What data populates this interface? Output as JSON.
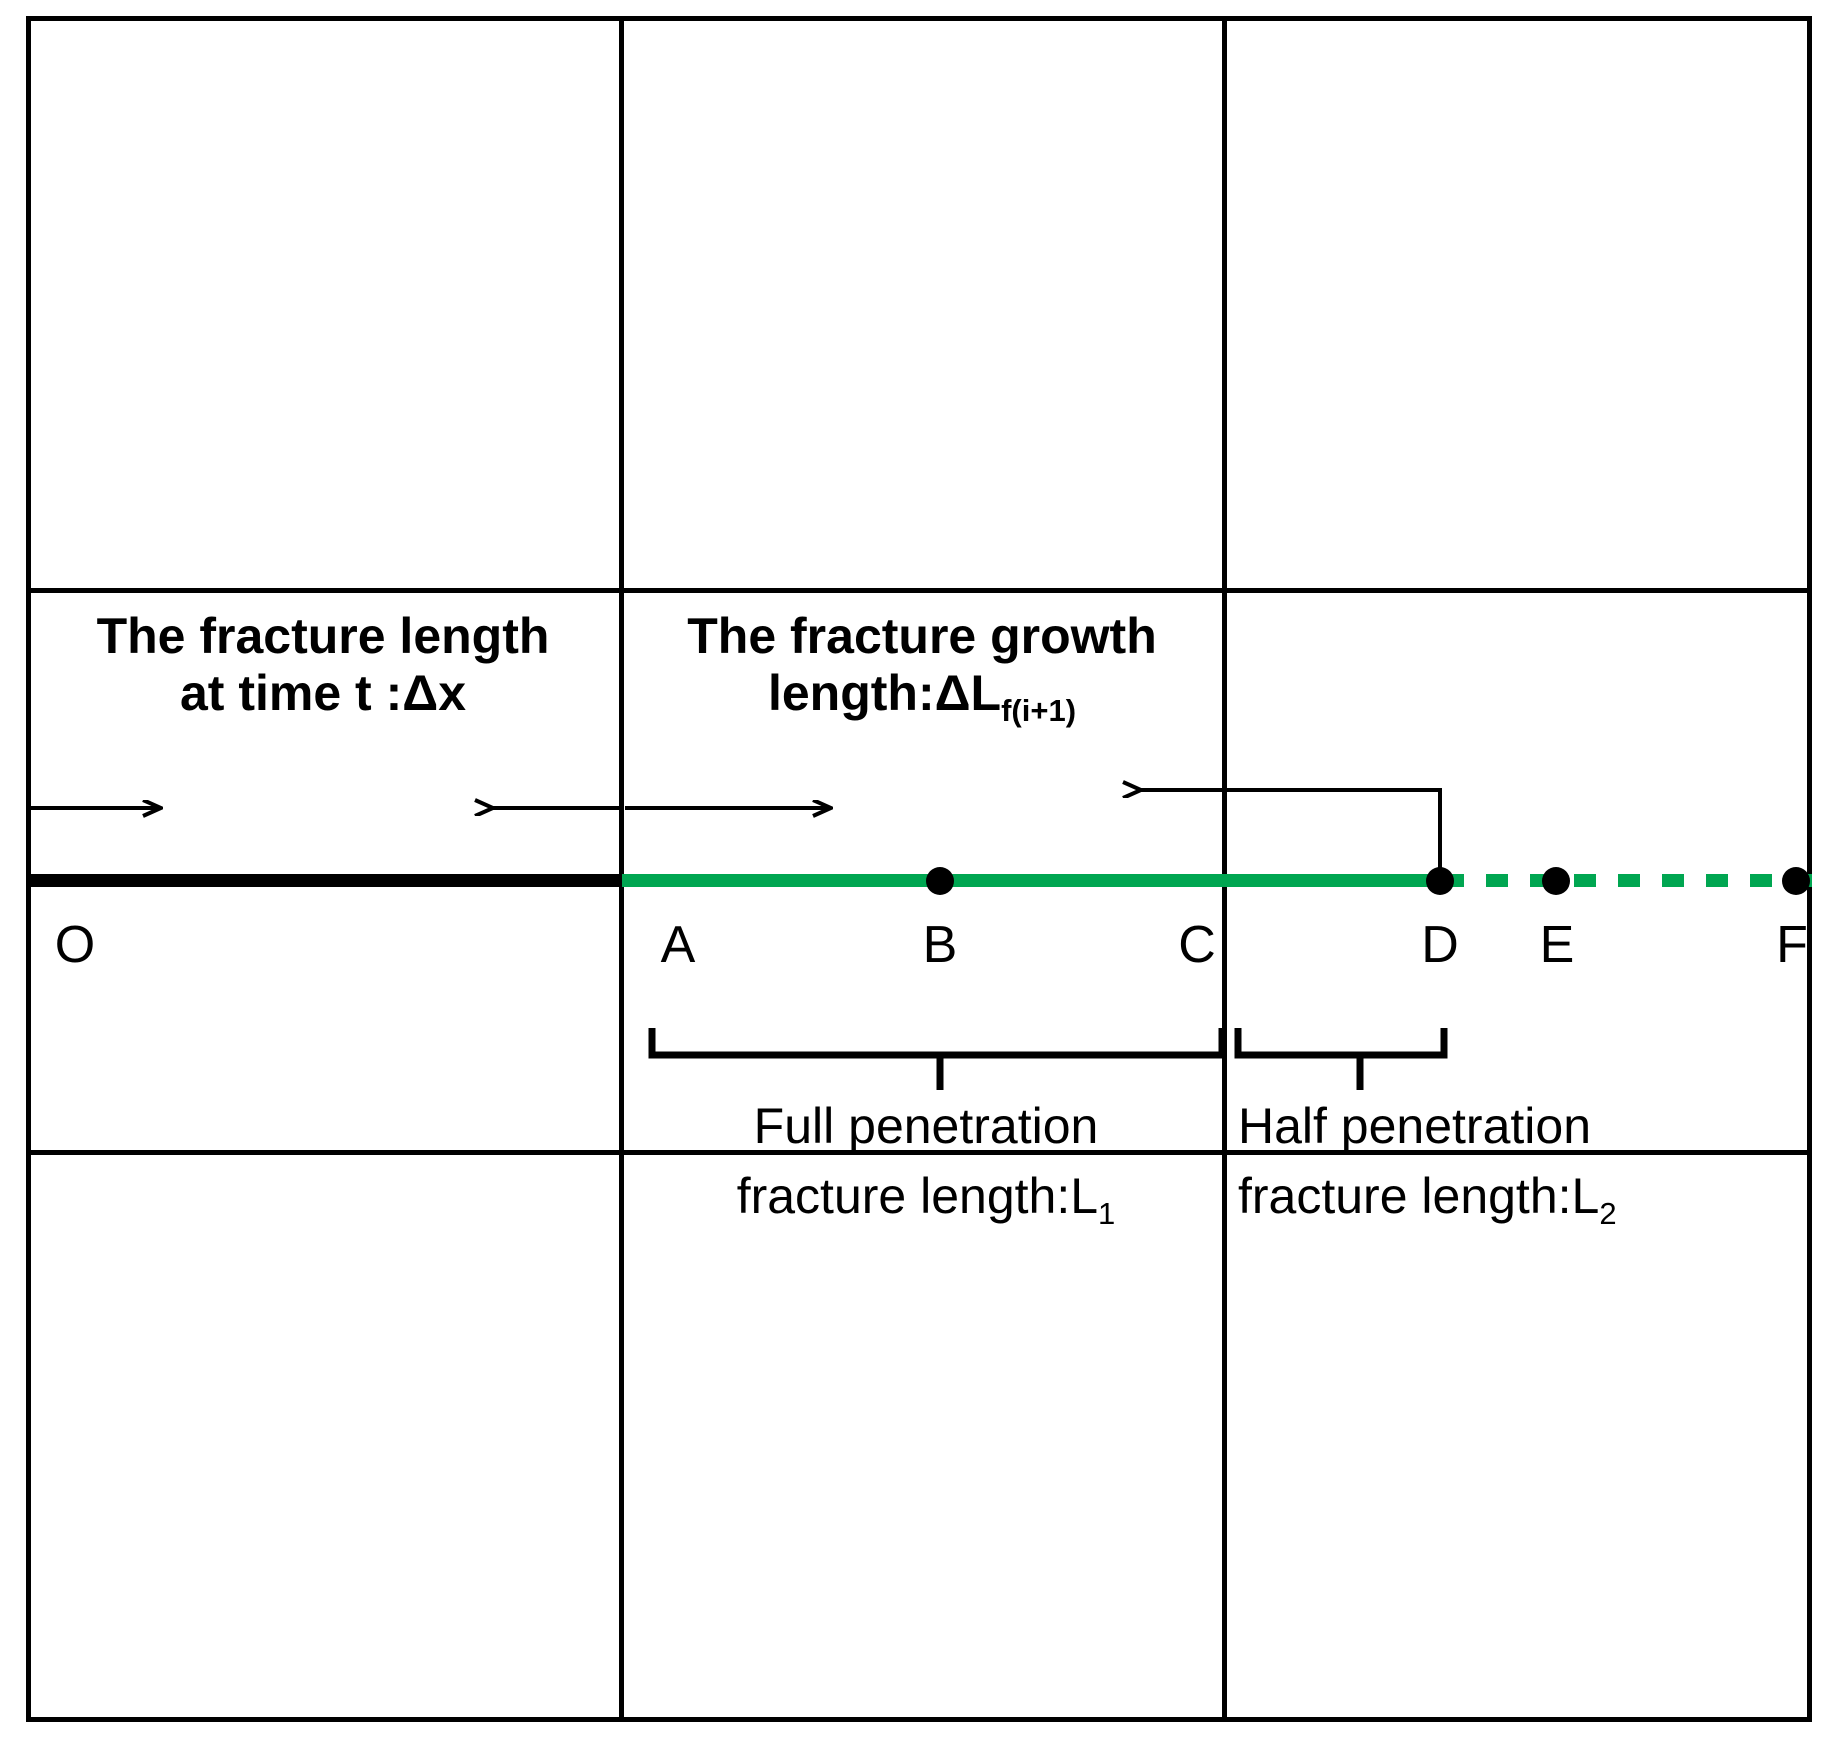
{
  "diagram": {
    "title": "Fracture length growth schematic",
    "colors": {
      "fracture_green": "#00A651",
      "fracture_black": "#000000"
    },
    "annotations": {
      "left_label_line1": "The fracture length",
      "left_label_line2_pre": "at time t :",
      "left_label_line2_sym": "Δ",
      "left_label_line2_post": "x",
      "mid_label_line1": "The fracture growth",
      "mid_label_line2_pre": "length:",
      "mid_label_line2_sym": "ΔL",
      "mid_label_line2_sub": "f(i+1)",
      "full_pen_line1": "Full penetration",
      "full_pen_line2_pre": "fracture length:L",
      "full_pen_line2_sub": "1",
      "half_pen_line1": "Half  penetration",
      "half_pen_line2_pre": "fracture length:L",
      "half_pen_line2_sub": "2"
    },
    "points": [
      {
        "id": "O",
        "label": "O"
      },
      {
        "id": "A",
        "label": "A"
      },
      {
        "id": "B",
        "label": "B"
      },
      {
        "id": "C",
        "label": "C"
      },
      {
        "id": "D",
        "label": "D"
      },
      {
        "id": "E",
        "label": "E"
      },
      {
        "id": "F",
        "label": "F"
      }
    ],
    "markers": [
      "B",
      "D",
      "E",
      "F"
    ],
    "segments": [
      {
        "name": "existing-fracture",
        "from": "O",
        "to": "A",
        "style": "solid",
        "color": "#000000"
      },
      {
        "name": "grown-fracture",
        "from": "A",
        "to": "D",
        "style": "solid",
        "color": "#00A651"
      },
      {
        "name": "projected-fracture",
        "from": "D",
        "to": "F",
        "style": "dotted",
        "color": "#00A651"
      }
    ],
    "brackets": [
      {
        "name": "full-penetration-bracket",
        "from": "A",
        "to": "C"
      },
      {
        "name": "half-penetration-bracket",
        "from": "C",
        "to": "D"
      }
    ]
  }
}
